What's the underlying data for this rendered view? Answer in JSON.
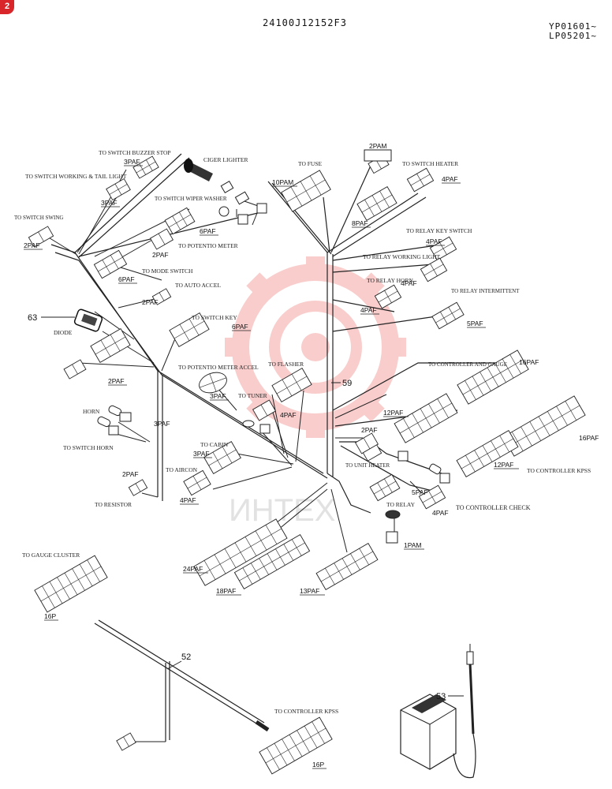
{
  "header": {
    "part_number": "24100J12152F3",
    "serial_line1": "YP01601~",
    "serial_line2": "LP05201~",
    "corner_badge": "2"
  },
  "watermark": {
    "text": "ИНТЕХ",
    "color": "#e8504a"
  },
  "callouts": {
    "c63": "63",
    "c59": "59",
    "c52": "52",
    "c53": "53"
  },
  "labels": {
    "buzzer": "TO SWITCH BUZZER STOP",
    "working": "TO SWITCH WORKING & TAIL LIGHT",
    "swing": "TO SWITCH SWING",
    "washer": "TO SWITCH WIPER WASHER",
    "cigar": "CIGER LIGHTER",
    "fuse": "TO FUSE",
    "heater": "TO SWITCH HEATER",
    "pot1": "TO POTENTIO METER",
    "mode": "TO MODE SWITCH",
    "accel": "TO AUTO ACCEL",
    "key": "TO SWITCH KEY",
    "diode": "DIODE",
    "pot2": "TO POTENTIO METER ACCEL",
    "flasher": "TO FLASHER",
    "tuner": "TO TUNER",
    "horn": "HORN",
    "swhorn": "TO SWITCH HORN",
    "cabin": "TO CABIN",
    "aircon": "TO AIRCON",
    "resistor": "TO RESISTOR",
    "relaykey": "TO RELAY KEY SWITCH",
    "relaywork": "TO RELAY WORKING LIGHT",
    "relayhorn": "TO RELAY HORN",
    "relayint": "TO RELAY INTERMITTENT",
    "ctrlgauge": "TO CONTROLLER AND GAUGE",
    "ctrlkpss": "TO CONTROLLER KPSS",
    "unitheater": "TO UNIT HEATER",
    "relay": "TO RELAY",
    "ctrlcheck": "TO CONTROLLER CHECK",
    "gauge": "TO GAUGE CLUSTER",
    "ctrlkpss2": "TO CONTROLLER KPSS"
  },
  "codes": {
    "p3paf_a": "3PAF",
    "p3paf_b": "3PAF",
    "p2paf_a": "2PAF",
    "p6paf": "6PAF",
    "p2paf_b": "2PAF",
    "p10pam": "10PAM",
    "p2pam": "2PAM",
    "p8paf": "8PAF",
    "p4paf_a": "4PAF",
    "p6paf_b": "6PAF",
    "p2paf_c": "2PAF",
    "p6paf_c": "6PAF",
    "p2paf_d": "2PAF",
    "p3paf_c": "3PAF",
    "p4paf_b": "4PAF",
    "p3paf_d": "3PAF",
    "p4paf_c": "4PAF",
    "p2paf_e": "2PAF",
    "p4paf_d": "4PAF",
    "p4paf_e": "4PAF",
    "p4paf_f": "4PAF",
    "p5paf": "5PAF",
    "p16paf_a": "16PAF",
    "p12paf_a": "12PAF",
    "p16paf_b": "16PAF",
    "p12paf_b": "12PAF",
    "p2paf_f": "2PAF",
    "p5paf_b": "5PAF",
    "p4paf_g": "4PAF",
    "p1pam": "1PAM",
    "p24paf": "24PAF",
    "p18paf": "18PAF",
    "p13paf": "13PAF",
    "p16p_a": "16P",
    "p16p_b": "16P",
    "p3paf_e": "3PAF"
  }
}
